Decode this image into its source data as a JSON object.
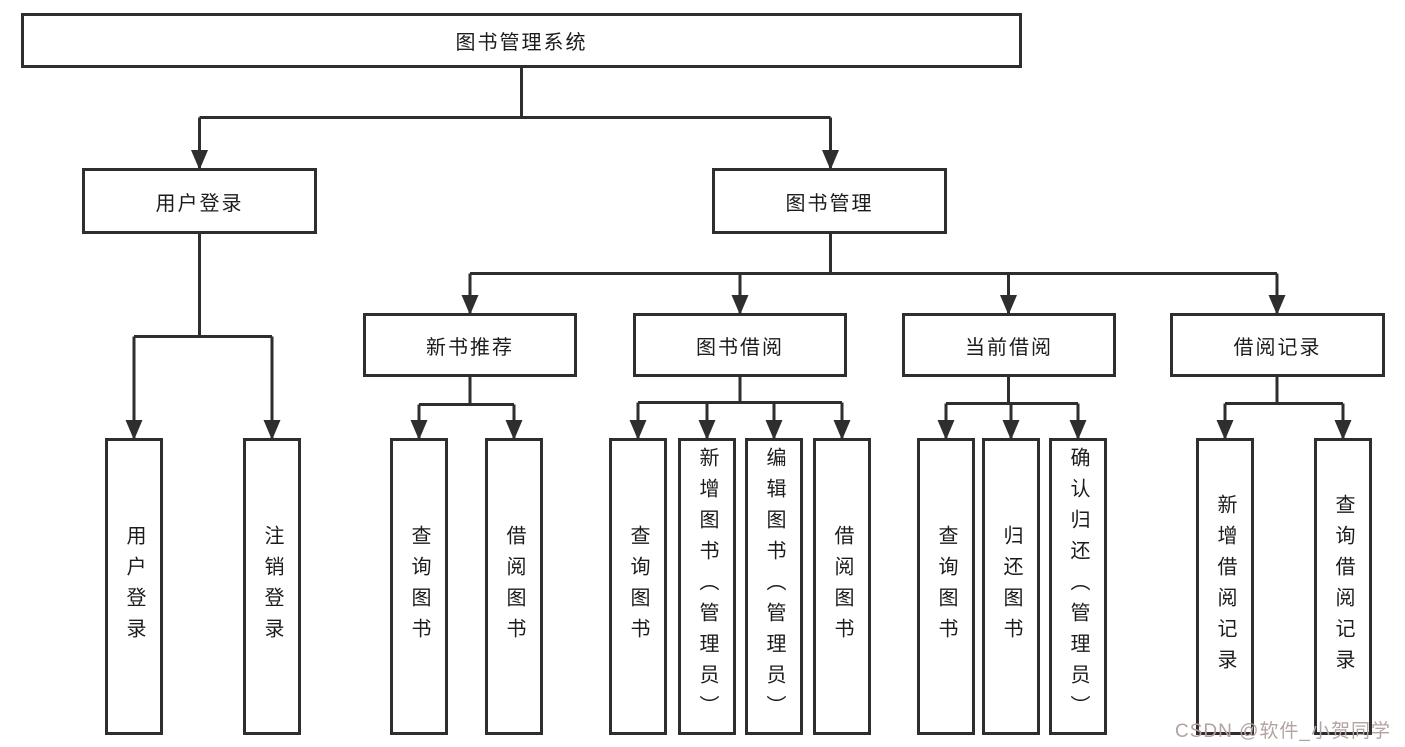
{
  "diagram": {
    "colors": {
      "line": "#2e2e2e",
      "text": "#1c1c1c",
      "watermark": "#b5a2a2",
      "background": "#ffffff"
    },
    "tree": {
      "root": {
        "label": "图书管理系统"
      },
      "branches": [
        {
          "label": "用户登录",
          "children": [
            "用户登录",
            "注销登录"
          ]
        },
        {
          "label": "图书管理",
          "groups": [
            {
              "label": "新书推荐",
              "children": [
                "查询图书",
                "借阅图书"
              ]
            },
            {
              "label": "图书借阅",
              "children": [
                "查询图书",
                "新增图书（管理员）",
                "编辑图书（管理员）",
                "借阅图书"
              ]
            },
            {
              "label": "当前借阅",
              "children": [
                "查询图书",
                "归还图书",
                "确认归还（管理员）"
              ]
            },
            {
              "label": "借阅记录",
              "children": [
                "新增借阅记录",
                "查询借阅记录"
              ]
            }
          ]
        }
      ]
    },
    "watermark": "CSDN @软件_小贺同学"
  }
}
